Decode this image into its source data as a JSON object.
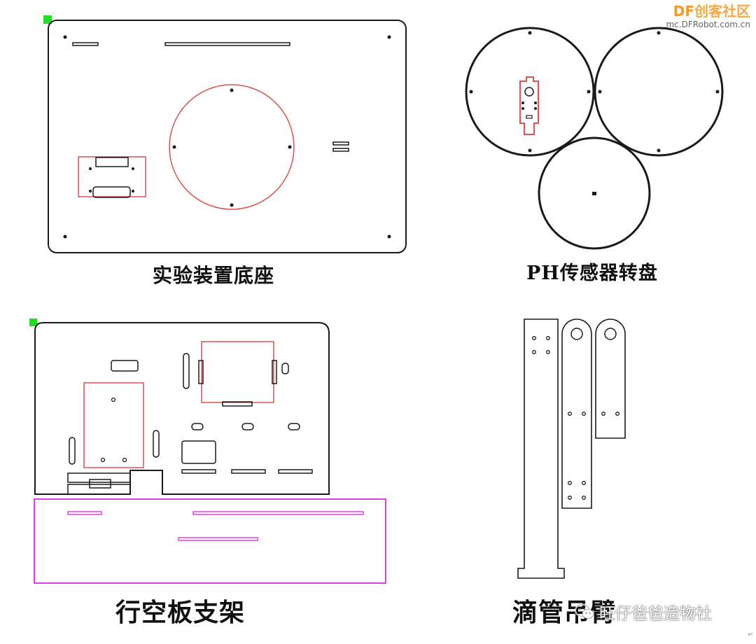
{
  "captions": {
    "base": "实验装置底座",
    "ph_turntable": "PH传感器转盘",
    "frame": "行空板支架",
    "dropper_arm": "滴管吊臂"
  },
  "logo": {
    "brand_df": "DF",
    "brand_cn": "创客社区",
    "url": "mc.DFRobot.com.cn"
  },
  "watermark": {
    "icon": "wechat-icon",
    "text": "旺仔爸爸造物社"
  },
  "bottom_mark": "↵",
  "colors": {
    "outline": "#1a1a1a",
    "red_parts": "#d9534f",
    "magenta_parts": "#e040e0",
    "green_marker": "#22dd22",
    "logo_orange": "#f29b2b"
  }
}
